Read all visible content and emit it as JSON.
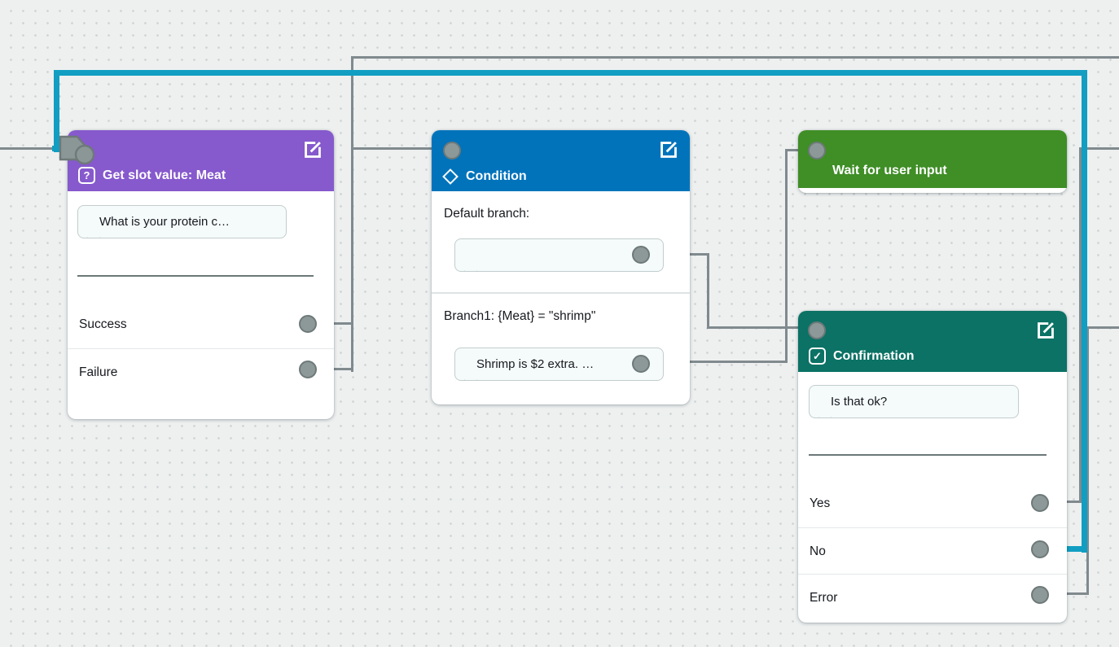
{
  "canvas_type": "conversation-flow-builder",
  "colors": {
    "node_get_slot_header": "#8659cd",
    "node_condition_header": "#0073bb",
    "node_wait_header": "#3f8e26",
    "node_confirmation_header": "#0b7265",
    "connector": "#808a8e",
    "connector_selected": "#119ec2",
    "canvas_background": "#eef0f0"
  },
  "icons": {
    "question_glyph": "?",
    "check_glyph": "✓"
  },
  "nodes": {
    "get_slot": {
      "title": "Get slot value: Meat",
      "bubble": "What is your protein c…",
      "outputs": [
        "Success",
        "Failure"
      ]
    },
    "condition": {
      "title": "Condition",
      "default_label": "Default branch:",
      "default_bubble": "",
      "branch1_label": "Branch1: {Meat} = \"shrimp\"",
      "branch1_bubble": "Shrimp is $2 extra. …"
    },
    "wait": {
      "title": "Wait for user input"
    },
    "confirmation": {
      "title": "Confirmation",
      "bubble": "Is that ok?",
      "outputs": [
        "Yes",
        "No",
        "Error"
      ]
    }
  }
}
